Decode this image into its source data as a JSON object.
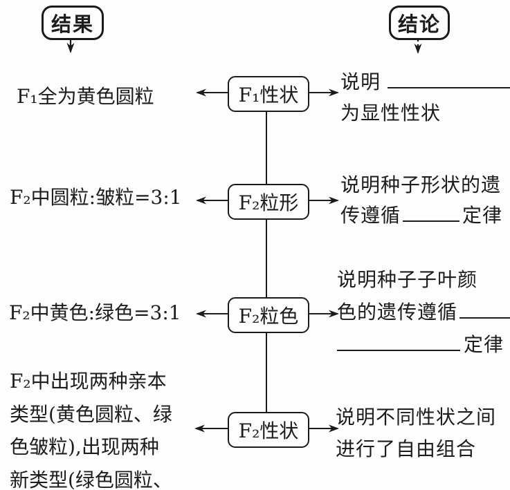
{
  "diagram": {
    "result_header": "结果",
    "conclusion_header": "结论",
    "nodes": [
      "F₁性状",
      "F₂粒形",
      "F₂粒色",
      "F₂性状"
    ],
    "results": {
      "row1": "F₁全为黄色圆粒",
      "row2": "F₂中圆粒:皱粒=3:1",
      "row3": "F₂中黄色:绿色=3:1",
      "row4_lines": [
        "F₂中出现两种亲本",
        "类型(黄色圆粒、绿",
        "色皱粒),出现两种",
        "新类型(绿色圆粒、"
      ]
    },
    "conclusions": {
      "row1": {
        "l1_pre": "说明",
        "l2": "为显性性状"
      },
      "row2": {
        "l1": "说明种子形状的遗",
        "l2_pre": "传遵循",
        "l2_post": "定律"
      },
      "row3": {
        "l1": "说明种子子叶颜",
        "l2_pre": "色的遗传遵循",
        "l3_post": "定律"
      },
      "row4": {
        "l1": "说明不同性状之间",
        "l2": "进行了自由组合"
      }
    },
    "colors": {
      "ink": "#1c1c1c",
      "paper": "#fdfdfd"
    }
  }
}
